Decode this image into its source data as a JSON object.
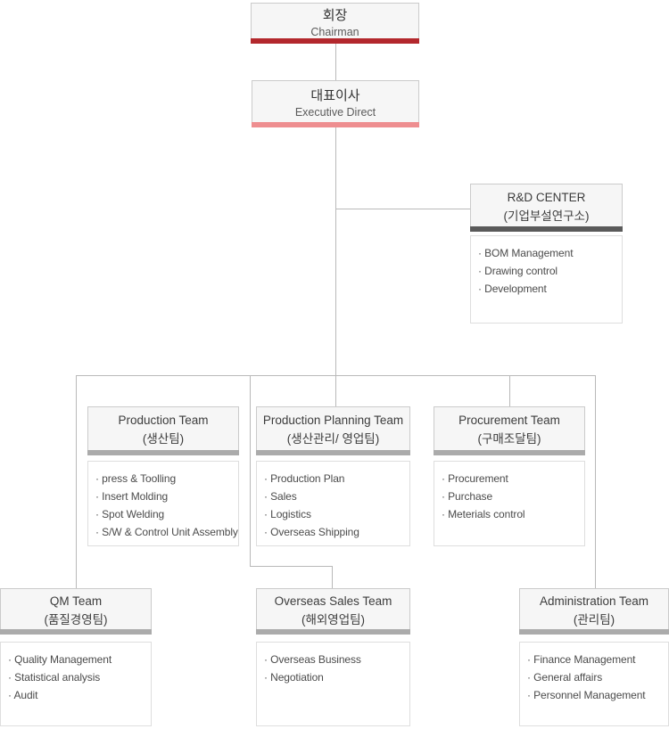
{
  "chart_title": "organization chart",
  "colors": {
    "chairman_bar": "#b3282d",
    "executive_bar": "#ee8e90",
    "rnd_bar": "#5a5a5a",
    "team_bar": "#ababab",
    "connector_line": "#b9b9b9",
    "header_fill": "#f6f6f6"
  },
  "nodes": {
    "chairman": {
      "title": "회장",
      "subtitle": "Chairman"
    },
    "executive": {
      "title": "대표이사",
      "subtitle": "Executive Direct"
    },
    "rnd": {
      "title": "R&D CENTER",
      "subtitle": "(기업부설연구소)",
      "items": [
        "· BOM Management",
        "· Drawing control",
        "· Development"
      ]
    },
    "production": {
      "title": "Production Team",
      "subtitle": "(생산팀)",
      "items": [
        "· press & Toolling",
        "· Insert Molding",
        "· Spot Welding",
        "· S/W & Control Unit Assembly"
      ]
    },
    "planning": {
      "title": "Production Planning Team",
      "subtitle": "(생산관리/ 영업팀)",
      "items": [
        "· Production Plan",
        "· Sales",
        "· Logistics",
        "· Overseas Shipping"
      ]
    },
    "procurement": {
      "title": "Procurement Team",
      "subtitle": "(구매조달팀)",
      "items": [
        "· Procurement",
        "· Purchase",
        "· Meterials control"
      ]
    },
    "qm": {
      "title": "QM Team",
      "subtitle": "(품질경영팀)",
      "items": [
        "· Quality Management",
        "· Statistical analysis",
        "· Audit"
      ]
    },
    "overseas": {
      "title": "Overseas Sales Team",
      "subtitle": "(해외영업팀)",
      "items": [
        "· Overseas Business",
        "· Negotiation"
      ]
    },
    "administration": {
      "title": "Administration Team",
      "subtitle": "(관리팀)",
      "items": [
        "· Finance Management",
        "· General affairs",
        "· Personnel Management"
      ]
    }
  }
}
